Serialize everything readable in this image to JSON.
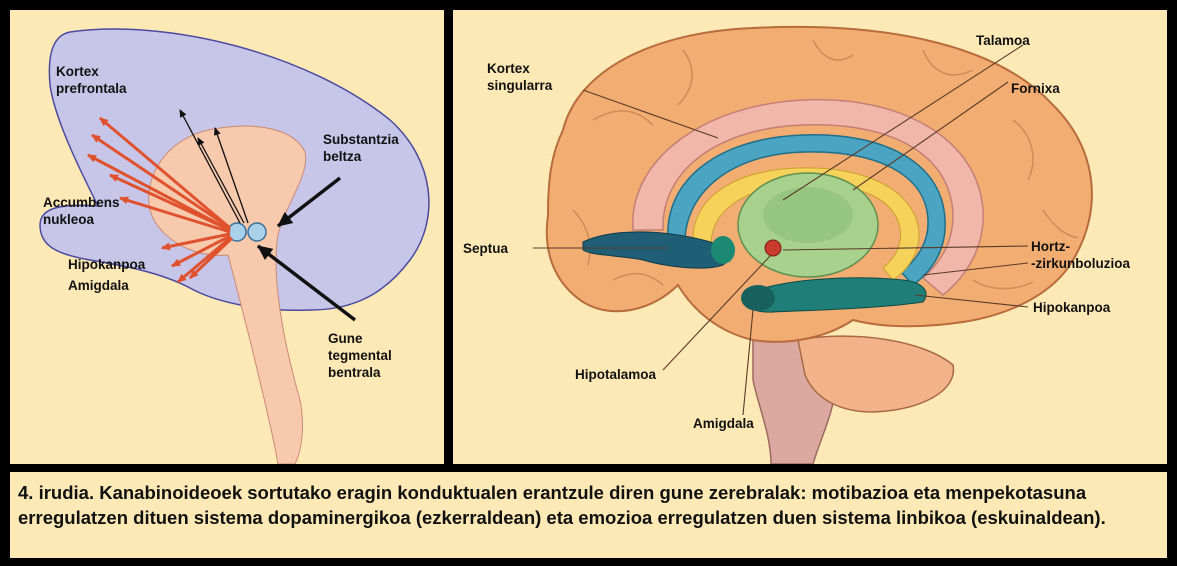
{
  "left_panel": {
    "labels": {
      "kortex_line1": "Kortex",
      "kortex_line2": "prefrontala",
      "substantzia_line1": "Substantzia",
      "substantzia_line2": "beltza",
      "accumbens_line1": "Accumbens",
      "accumbens_line2": "nukleoa",
      "hipokanpoa": "Hipokanpoa",
      "amigdala": "Amigdala",
      "gune_line1": "Gune",
      "gune_line2": "tegmental",
      "gune_line3": "bentrala"
    },
    "colors": {
      "cortex_fill": "#c8c6e8",
      "pathway_fill": "#f7c9ad",
      "red_arrows": "#e0522e",
      "nuclei_fill": "#a9d1ea"
    }
  },
  "right_panel": {
    "labels": {
      "kortex_line1": "Kortex",
      "kortex_line2": "singularra",
      "talamoa": "Talamoa",
      "fornixa": "Fornixa",
      "septua": "Septua",
      "hortz_line1": "Hortz-",
      "hortz_line2": "-zirkunboluzioa",
      "hipokanpoa": "Hipokanpoa",
      "hipotalamoa": "Hipotalamoa",
      "amigdala": "Amigdala"
    },
    "colors": {
      "brain_fill": "#f2ad72",
      "cingulate_fill": "#f0b7aa",
      "fornix_fill": "#f6d25a",
      "thalamus_fill": "#a8d18d",
      "limbic_blue": "#1f6f8a"
    }
  },
  "caption": {
    "text": "4. irudia. Kanabinoideoek sortutako eragin konduktualen erantzule diren gune zerebralak: motibazioa eta menpekotasuna erregulatzen dituen sistema dopaminergikoa (ezkerraldean) eta emozioa erregulatzen duen sistema linbikoa (eskuinaldean)."
  }
}
